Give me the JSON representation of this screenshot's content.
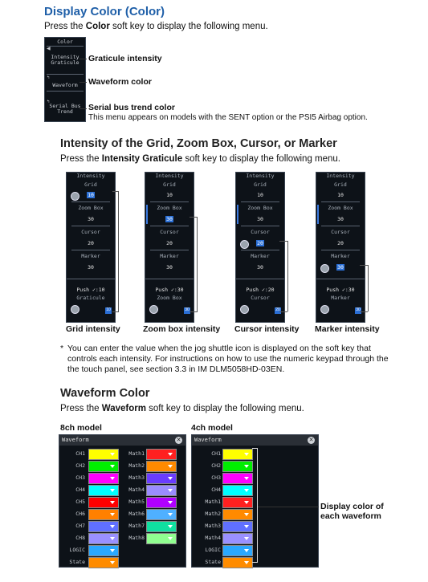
{
  "display_color": {
    "heading": "Display Color (Color)",
    "intro_pre": "Press the ",
    "intro_bold": "Color",
    "intro_post": " soft key to display the following menu.",
    "menu": {
      "title": "Color",
      "item1": "Intensity Graticule",
      "item2": "Waveform",
      "item3": "Serial Bus Trend"
    },
    "callouts": {
      "graticule": "Graticule intensity",
      "waveform": "Waveform color",
      "serial": "Serial bus trend color",
      "serial_note": "This menu appears on models with the SENT option or the PSI5 Airbag option."
    }
  },
  "intensity": {
    "heading": "Intensity of the Grid, Zoom Box, Cursor, or Marker",
    "intro_pre": "Press the ",
    "intro_bold": "Intensity Graticule",
    "intro_post": " soft key to display the following menu.",
    "panel_title": "Intensity",
    "rows": {
      "grid": "Grid",
      "zoom": "Zoom Box",
      "cursor": "Cursor",
      "marker": "Marker"
    },
    "values": {
      "grid": "10",
      "zoom": "30",
      "cursor": "20",
      "marker": "30"
    },
    "push": [
      "Push ✓:10",
      "Push ✓:30",
      "Push ✓:20",
      "Push ✓:30"
    ],
    "bottom": [
      "Graticule",
      "Zoom Box",
      "Cursor",
      "Marker"
    ],
    "small": [
      "10",
      "30",
      "20",
      "30"
    ],
    "captions": [
      "Grid intensity",
      "Zoom box intensity",
      "Cursor intensity",
      "Marker intensity"
    ],
    "note_star": "*",
    "note_lines": [
      "You can enter the value when the jog shuttle icon is displayed on the soft key that",
      "controls each intensity. For instructions on how to use the numeric keypad through the",
      "the touch panel, see section 3.3 in IM DLM5058HD-03EN."
    ]
  },
  "waveform_color": {
    "heading": "Waveform Color",
    "intro_pre": "Press the ",
    "intro_bold": "Waveform",
    "intro_post": " soft key to display the following menu.",
    "model8": "8ch model",
    "model4": "4ch model",
    "dialog_title": "Waveform",
    "channels8": [
      "CH1",
      "CH2",
      "CH3",
      "CH4",
      "CH5",
      "CH6",
      "CH7",
      "CH8",
      "LOGIC",
      "State"
    ],
    "maths8": [
      "Math1",
      "Math2",
      "Math3",
      "Math4",
      "Math5",
      "Math6",
      "Math7",
      "Math8"
    ],
    "channels4": [
      "CH1",
      "CH2",
      "CH3",
      "CH4",
      "Math1",
      "Math2",
      "Math3",
      "Math4",
      "LOGIC",
      "State"
    ],
    "callout_line1": "Display color of",
    "callout_line2": "each waveform",
    "colors_ch8": [
      "#ffff00",
      "#00ee00",
      "#ff00ff",
      "#00ffff",
      "#ff0000",
      "#ff8000",
      "#6070ff",
      "#9a90ff",
      "#2aa8ff",
      "#ff8c00"
    ],
    "colors_math8": [
      "#ff2020",
      "#ff8a00",
      "#6a3cff",
      "#9a8cff",
      "#b000ff",
      "#4fb0ff",
      "#10e0a0",
      "#90ff90"
    ],
    "colors_ch4": [
      "#ffff00",
      "#00ee00",
      "#ff00ff",
      "#00ffff",
      "#ff2020",
      "#ff8a00",
      "#6070ff",
      "#9a90ff",
      "#2aa8ff",
      "#ff8c00"
    ]
  }
}
